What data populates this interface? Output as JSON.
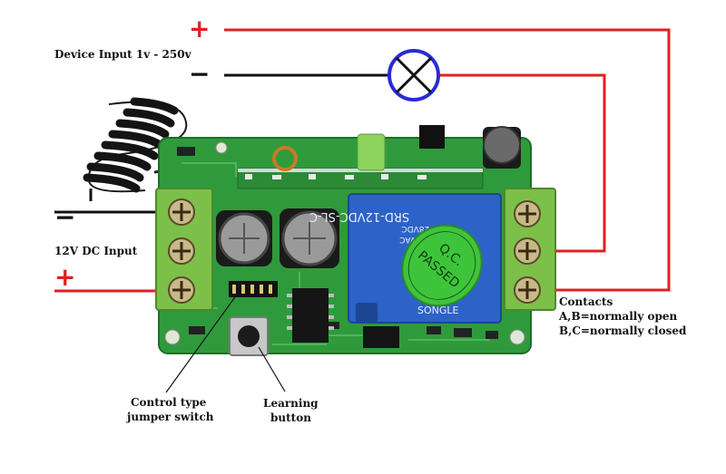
{
  "labels": {
    "device_input": "Device Input 1v - 250v",
    "dc_input": "12V DC Input",
    "contacts_title": "Contacts",
    "contacts_ab": "A,B=normally open",
    "contacts_bc": "B,C=normally closed",
    "control_type_1": "Control type",
    "control_type_2": "jumper switch",
    "learning_1": "Learning",
    "learning_2": "button"
  },
  "signs": {
    "top_plus": "+",
    "top_minus": "−",
    "left_minus": "−",
    "left_plus": "+"
  },
  "relay": {
    "model": "SRD-12VDC-SL-C",
    "rating_1": "10A 250VAC",
    "rating_2": "10A 28VDC",
    "brand": "SONGLE"
  },
  "sticker": {
    "line1": "Q.C.",
    "line2": "PASSED"
  },
  "colors": {
    "wire_red": "#e02020",
    "wire_black": "#111111",
    "lamp_ring": "#2a2ad8",
    "pcb_green": "#2f9a3c",
    "terminal_green": "#7cc04a",
    "relay_blue": "#2d62c8",
    "sticker_green": "#3ec43a"
  }
}
